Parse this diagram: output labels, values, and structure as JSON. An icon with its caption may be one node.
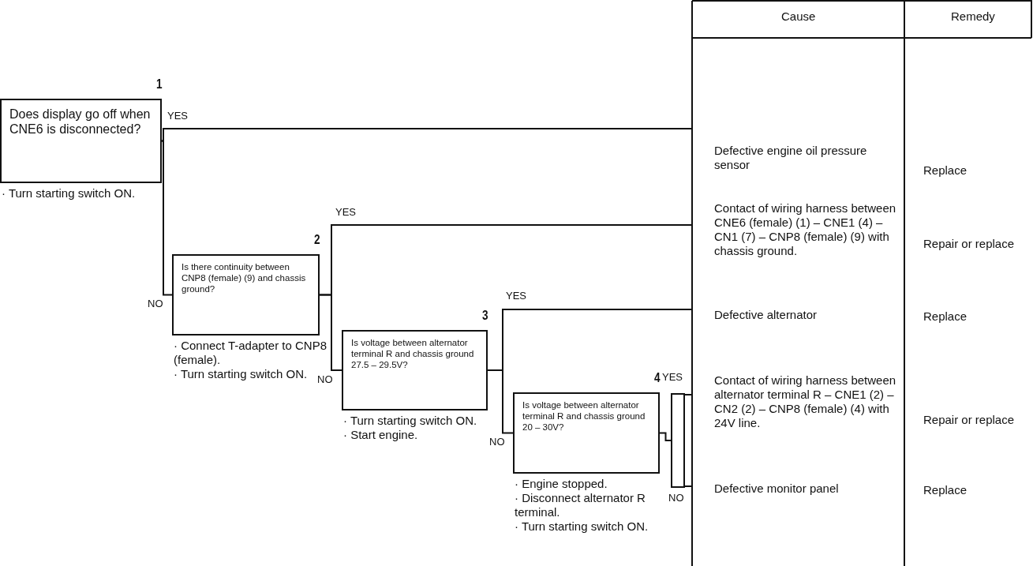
{
  "diagram": {
    "nodes": [
      {
        "text": [
          "1",
          "Does display go off when CNE6 is disconnected?"
        ],
        "beside": [
          "· Turn starting switch ON."
        ]
      },
      {
        "text": [
          "2",
          "Is there continuity between CNP8 (female) (9) and chassis ground?"
        ],
        "beside": [
          "· Connect T-adapter to CNP8 (female).",
          "· Turn starting switch ON."
        ]
      },
      {
        "text": [
          "3",
          "Is voltage between alternator terminal R and chassis ground 27.5 – 29.5V?"
        ],
        "beside": [
          "· Turn starting switch ON.",
          "· Start engine."
        ]
      },
      {
        "text": [
          "4",
          "Is voltage between alternator terminal R and chassis ground 20 – 30V?"
        ],
        "beside": [
          "· Engine stopped.",
          "· Disconnect alternator R terminal.",
          "· Turn starting switch ON."
        ]
      },
      {
        "text": [],
        "shape": "box"
      },
      {
        "text": [
          "Defective engine oil pressure sensor",
          "Replace"
        ]
      },
      {
        "text": [
          "Contact of wiring harness between CNE6 (female) (1) – CNE1 (4) – CN1 (7) – CNP8 (female) (9) with chassis ground.",
          "Repair or replace"
        ]
      },
      {
        "text": [
          "Defective alternator",
          "Replace"
        ]
      },
      {
        "text": [
          "Contact of wiring harness between alternator terminal R – CNE1 (2) – CN2 (2) – CNP8 (female) (4) with 24V line.",
          "Repair or replace"
        ]
      },
      {
        "text": [
          "Defective monitor panel",
          "Replace"
        ]
      }
    ],
    "edges": [
      {
        "from": 0,
        "to": 5,
        "arrow": "none",
        "label": "YES"
      },
      {
        "from": 0,
        "to": 1,
        "arrow": "none",
        "label": "NO"
      },
      {
        "from": 1,
        "to": 6,
        "arrow": "none",
        "label": "YES"
      },
      {
        "from": 1,
        "to": 2,
        "arrow": "none",
        "label": "NO"
      },
      {
        "from": 2,
        "to": 7,
        "arrow": "none",
        "label": "YES"
      },
      {
        "from": 2,
        "to": 3,
        "arrow": "none",
        "label": "NO"
      },
      {
        "from": 3,
        "to": 4,
        "arrow": "none"
      },
      {
        "from": 4,
        "to": 8,
        "arrow": "none",
        "label": "YES"
      },
      {
        "from": 4,
        "to": 9,
        "arrow": "none",
        "label": "NO"
      }
    ],
    "labels": [
      "Cause",
      "Remedy"
    ]
  }
}
